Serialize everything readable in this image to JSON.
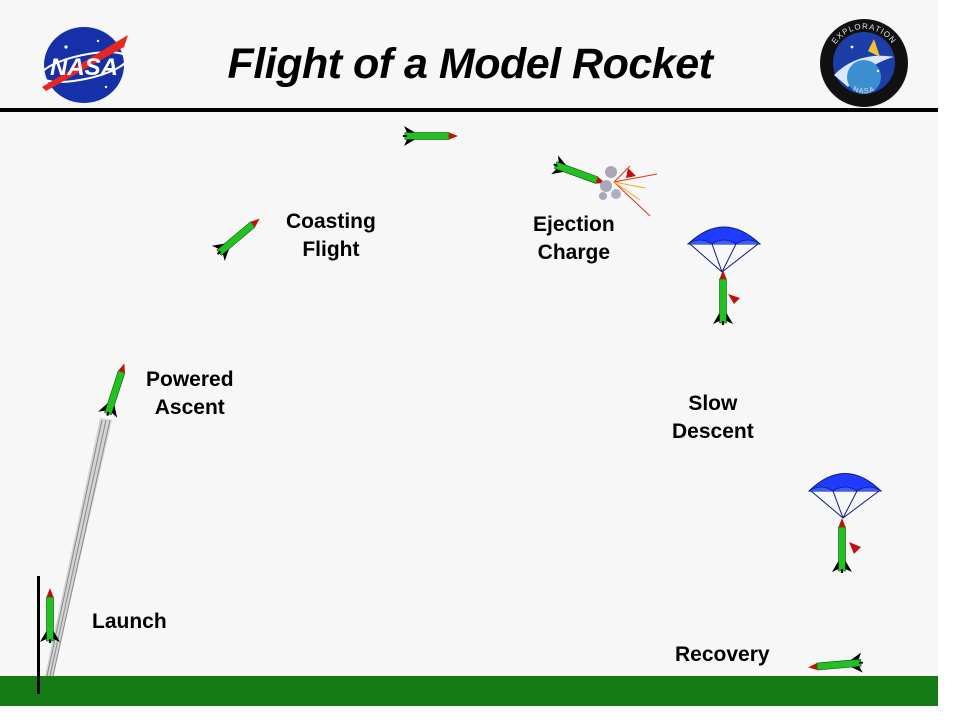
{
  "title": "Flight of a Model Rocket",
  "logos": {
    "left": {
      "text": "NASA",
      "icon": "nasa-meatball-logo"
    },
    "right": {
      "text_top": "EXPLORATION",
      "text_bottom": "NASA",
      "icon": "exploration-emblem"
    }
  },
  "stages": {
    "launch": "Launch",
    "powered_line1": "Powered",
    "powered_line2": "Ascent",
    "coasting_line1": "Coasting",
    "coasting_line2": "Flight",
    "ejection_line1": "Ejection",
    "ejection_line2": "Charge",
    "descent_line1": "Slow",
    "descent_line2": "Descent",
    "recovery": "Recovery"
  },
  "colors": {
    "rocket_body": "#22c022",
    "rocket_nose": "#c01010",
    "fins": "#000000",
    "parachute": "#1e3cff",
    "ground": "#157c15",
    "background": "#f7f7f7"
  }
}
